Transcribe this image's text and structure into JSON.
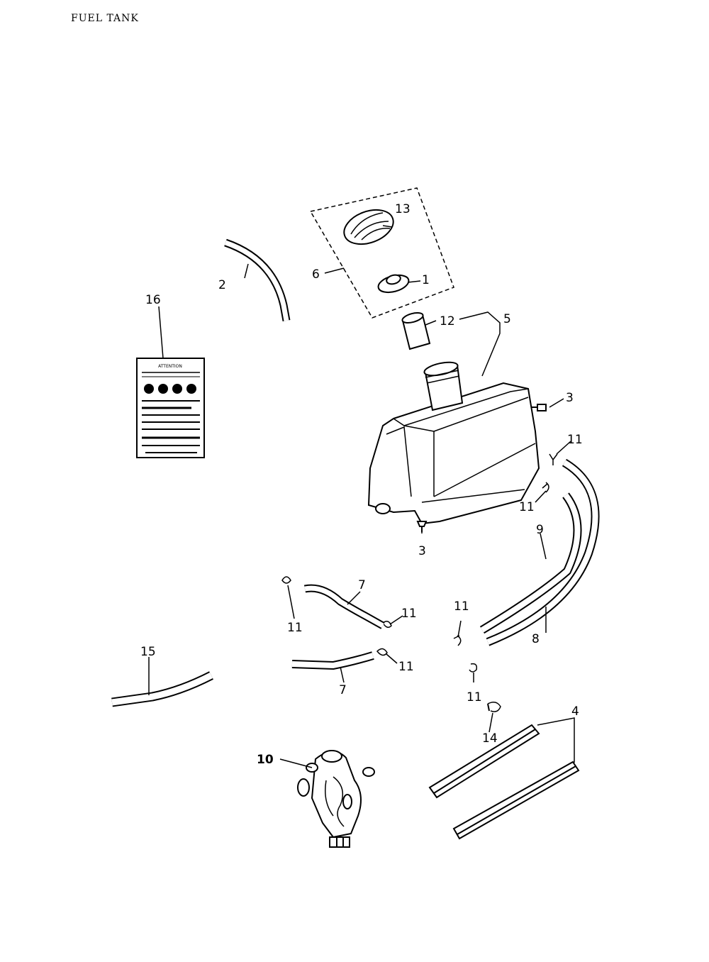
{
  "title": "FUEL TANK",
  "label_text": {
    "decal": "ATTENTION",
    "l1": "1",
    "l2": "2",
    "l3a": "3",
    "l3b": "3",
    "l4": "4",
    "l5": "5",
    "l6": "6",
    "l7a": "7",
    "l7b": "7",
    "l8": "8",
    "l9": "9",
    "l10": "10",
    "l11a": "11",
    "l11b": "11",
    "l11c": "11",
    "l11d": "11",
    "l11e": "11",
    "l11f": "11",
    "l11g": "11",
    "l12": "12",
    "l13": "13",
    "l14": "14",
    "l15": "15",
    "l16": "16"
  }
}
